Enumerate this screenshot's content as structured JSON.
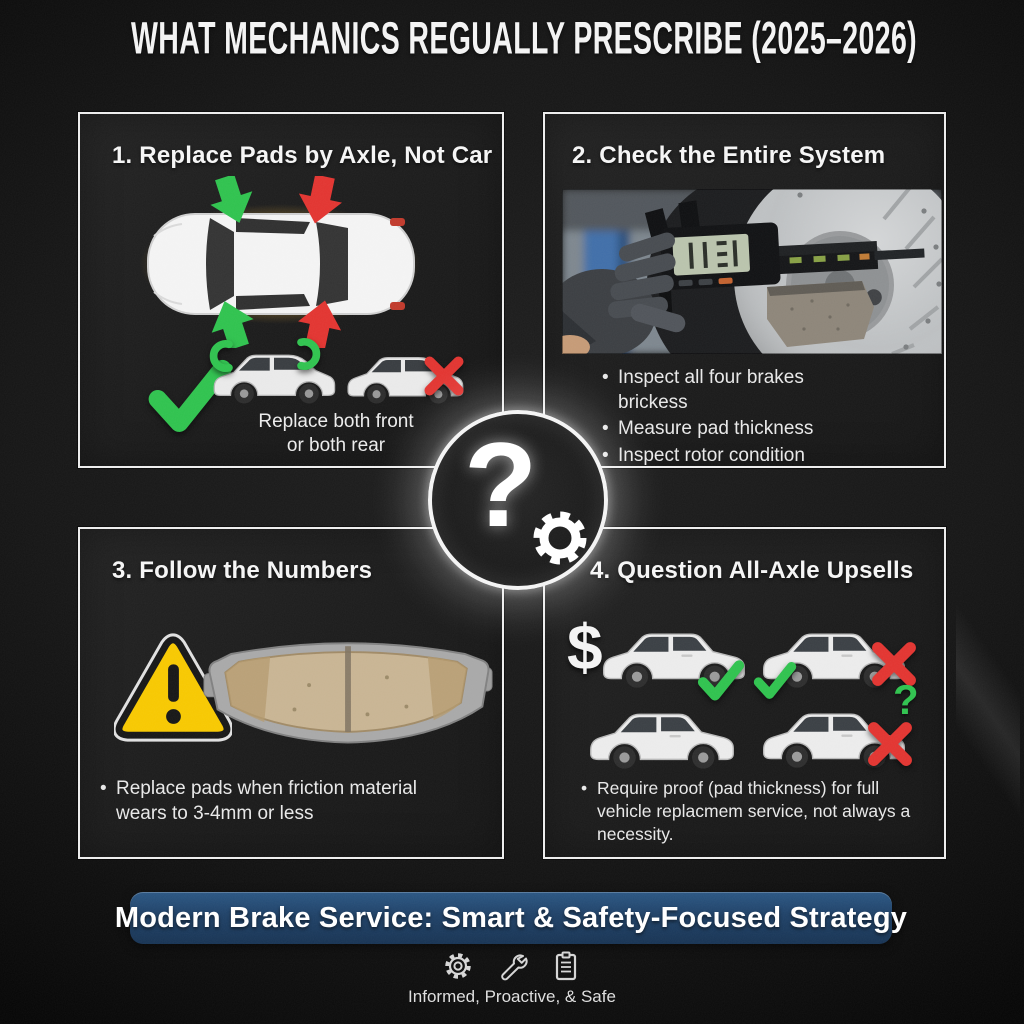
{
  "page": {
    "title": "WHAT MECHANICS REGUALLY PRESCRIBE (2025–2026)"
  },
  "panels": {
    "p1": {
      "title": "1. Replace Pads by Axle, Not Car",
      "caption": [
        "Replace both front",
        "or both rear"
      ]
    },
    "p2": {
      "title": "2. Check the Entire System",
      "bullets": [
        "Inspect all four brakes brickess",
        "Measure pad thickness",
        "Inspect rotor condition"
      ]
    },
    "p3": {
      "title": "3. Follow the Numbers",
      "bullets": [
        "Replace pads when friction material wears to 3-4mm or less"
      ]
    },
    "p4": {
      "title": "4. Question All-Axle Upsells",
      "dollar_sign": "$",
      "question_mark": "?",
      "bullets": [
        "Require proof (pad thickness) for full vehicle replacmem service, not always a necessity."
      ]
    }
  },
  "center_badge": {
    "question_mark": "?"
  },
  "banner": {
    "label": "Modern Brake Service: Smart & Safety-Focused Strategy"
  },
  "footer": {
    "icons": [
      "gear-icon",
      "wrench-icon",
      "checklist-icon"
    ],
    "tagline": "Informed, Proactive, & Safe"
  },
  "colors": {
    "background": "#141414",
    "panel_border": "#ededed",
    "accent_green": "#2fc24e",
    "accent_red": "#e23430",
    "warning_yellow": "#f7c800",
    "banner_blue": "#1e4066",
    "text_light": "#f2f2f2"
  }
}
